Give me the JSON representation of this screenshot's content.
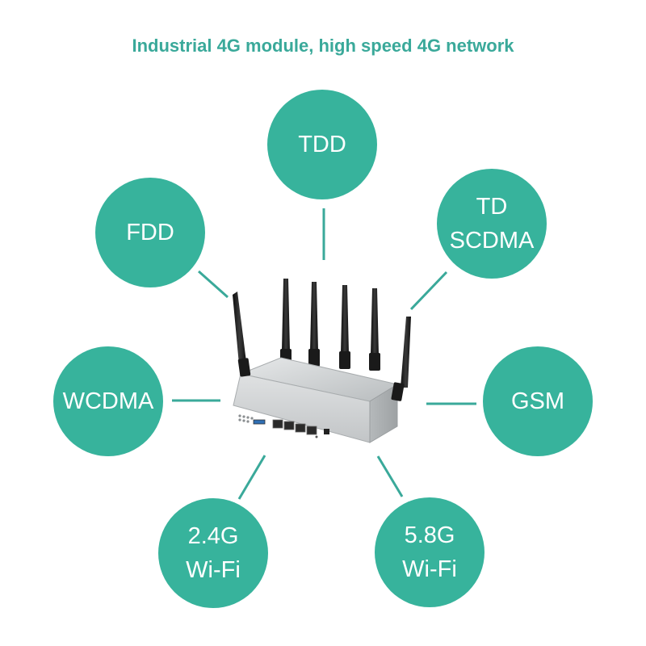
{
  "headline": "Industrial 4G module, high speed 4G network",
  "colors": {
    "accent": "#3aa99a",
    "circle": "#37b39c",
    "label": "#ffffff",
    "router_body": "#c9ccce"
  },
  "device": {
    "name": "4G router with six external antennas",
    "ports": [
      "usb",
      "lan",
      "lan",
      "lan",
      "lan",
      "wan",
      "power"
    ]
  },
  "nodes": [
    {
      "id": "tdd",
      "lines": [
        "TDD"
      ]
    },
    {
      "id": "fdd",
      "lines": [
        "FDD"
      ]
    },
    {
      "id": "td-scdma",
      "lines": [
        "TD",
        "SCDMA"
      ]
    },
    {
      "id": "wcdma",
      "lines": [
        "WCDMA"
      ]
    },
    {
      "id": "gsm",
      "lines": [
        "GSM"
      ]
    },
    {
      "id": "wifi-24",
      "lines": [
        "2.4G",
        "Wi-Fi"
      ]
    },
    {
      "id": "wifi-58",
      "lines": [
        "5.8G",
        "Wi-Fi"
      ]
    }
  ]
}
